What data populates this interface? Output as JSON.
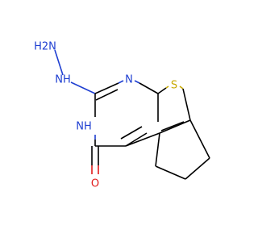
{
  "molecule": {
    "atoms": {
      "h2n": {
        "text": "H2N",
        "color": "#1f3fd1"
      },
      "nh_hydrazine": {
        "text": "NH",
        "color": "#1f3fd1"
      },
      "n_ring": {
        "text": "N",
        "color": "#1f3fd1"
      },
      "nh_ring": {
        "text": "NH",
        "color": "#1f3fd1"
      },
      "s": {
        "text": "S",
        "color": "#c8a800"
      },
      "o": {
        "text": "O",
        "color": "#e11b1b"
      }
    },
    "colors": {
      "carbon_bond": "#000000",
      "nitrogen": "#1f3fd1",
      "sulfur": "#c8a800",
      "oxygen": "#e11b1b"
    }
  }
}
